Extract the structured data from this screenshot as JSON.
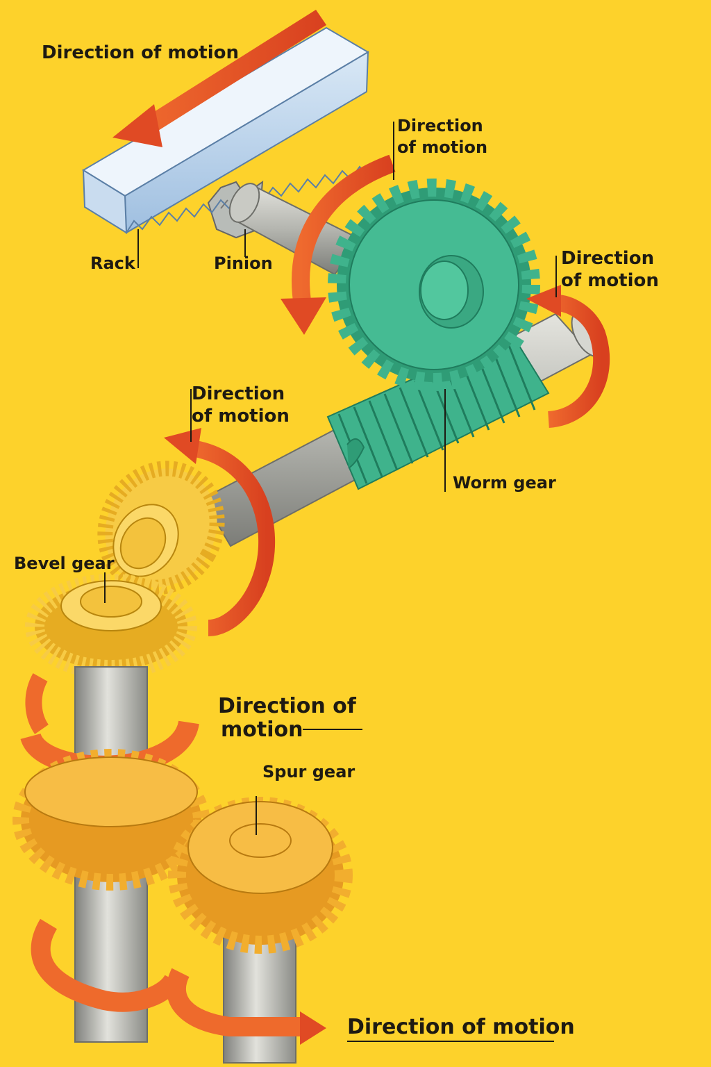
{
  "labels": {
    "rack_direction": "Direction of motion",
    "rack": "Rack",
    "pinion": "Pinion",
    "pinion_direction_line1": "Direction",
    "pinion_direction_line2": "of motion",
    "worm_wheel_direction_line1": "Direction",
    "worm_wheel_direction_line2": "of motion",
    "worm_shaft_direction_line1": "Direction",
    "worm_shaft_direction_line2": "of motion",
    "worm_gear": "Worm gear",
    "bevel_gear": "Bevel gear",
    "spur_direction_line1": "Direction of",
    "spur_direction_line2": "motion",
    "spur_gear": "Spur gear",
    "bottom_direction": "Direction of motion"
  },
  "colors": {
    "background": "#FDD22B",
    "rack": "#B9D4EC",
    "worm": "#3FB38C",
    "bevel": "#F7CB45",
    "spur": "#F2AE2E",
    "shaft": "#AEAFA9",
    "arrow": "#E5522A",
    "text": "#1E1A12"
  }
}
